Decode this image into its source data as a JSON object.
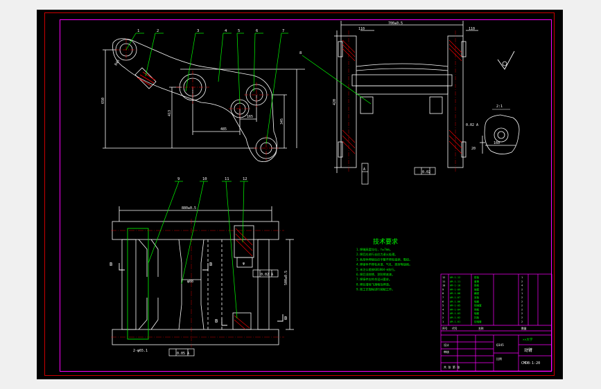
{
  "colors": {
    "background": "#000000",
    "viewport": "#f0f0f0",
    "outline": "#ffffff",
    "frame": "#ff00ff",
    "border_outer": "#cc0000",
    "leader": "#00ff00",
    "hatch": "#ff0000",
    "title_text": "#00ff00"
  },
  "balloons": [
    "1",
    "2",
    "3",
    "4",
    "5",
    "6",
    "7",
    "8",
    "9",
    "10",
    "11",
    "12"
  ],
  "dims": {
    "top_700": "700±0.5",
    "d110_top": "110",
    "d110_right": "110",
    "d420": "420",
    "d650": "650",
    "d413": "413",
    "d485": "485",
    "d165": "165",
    "d345": "345",
    "r45": "R45",
    "d880": "880±0.5",
    "d500": "500±0.5",
    "phi88": "φ88",
    "phi": "φ",
    "holes": "2-φ65.1",
    "d160": "160",
    "d20": "20",
    "scale": "2:1"
  },
  "gdt": {
    "flatness_top": "0.02 A",
    "flatness_bottom": "0.05 A",
    "parallel_top": "0.02",
    "parallel_right": "0.02 A",
    "datum": "A"
  },
  "section_labels": {
    "b_left_top": "B",
    "b_right_top": "B",
    "b_left_bottom": "B",
    "b_right_bottom": "B"
  },
  "tech": {
    "title": "技术要求",
    "lines": [
      "1.焊缝高度均匀, h=7mm。",
      "2.焊后应进行去应力退火处理。",
      "3.各部件焊接后应平整不得有歪斜、裂纹。",
      "4.焊接件不得有夹渣、气孔、烧穿等缺陷。",
      "5.未注公差按GB1804-m执行。",
      "6.焊后须除锈、涂防锈底漆。",
      "7.焊接件应符合设计要求。",
      "8.焊后清除飞溅物及焊渣。",
      "9.按工艺规程进行装配工作。"
    ]
  },
  "bom": [
    {
      "no": "12",
      "code": "AM-1-12",
      "name": "垫板",
      "qty": "1"
    },
    {
      "no": "11",
      "code": "AM-1-11",
      "name": "套筒",
      "qty": "2"
    },
    {
      "no": "10",
      "code": "AM-1-10",
      "name": "筋板",
      "qty": "4"
    },
    {
      "no": "9",
      "code": "AM-1-09",
      "name": "轴套",
      "qty": "2"
    },
    {
      "no": "8",
      "code": "AM-1-08",
      "name": "横梁",
      "qty": "1"
    },
    {
      "no": "7",
      "code": "AM-1-07",
      "name": "耳板",
      "qty": "2"
    },
    {
      "no": "6",
      "code": "AM-1-06",
      "name": "轴套",
      "qty": "2"
    },
    {
      "no": "5",
      "code": "AM-1-05",
      "name": "销轴套",
      "qty": "2"
    },
    {
      "no": "4",
      "code": "AM-1-04",
      "name": "侧板",
      "qty": "2"
    },
    {
      "no": "3",
      "code": "AM-1-03",
      "name": "轴套",
      "qty": "2"
    },
    {
      "no": "2",
      "code": "AM-1-02",
      "name": "挡板",
      "qty": "2"
    },
    {
      "no": "1",
      "code": "AM-1-01",
      "name": "铰轴套",
      "qty": "2"
    }
  ],
  "bom_header": {
    "no": "序号",
    "code": "代号",
    "name": "名称",
    "qty": "数量"
  },
  "title_block": {
    "org": "××大学",
    "drawing_name": "动臂",
    "drawing_no": "CMDB-1-20",
    "material": "Q345",
    "designer": "设计",
    "checker": "审核",
    "scale_label": "比例",
    "sheet_label": "共 张 第 张"
  }
}
